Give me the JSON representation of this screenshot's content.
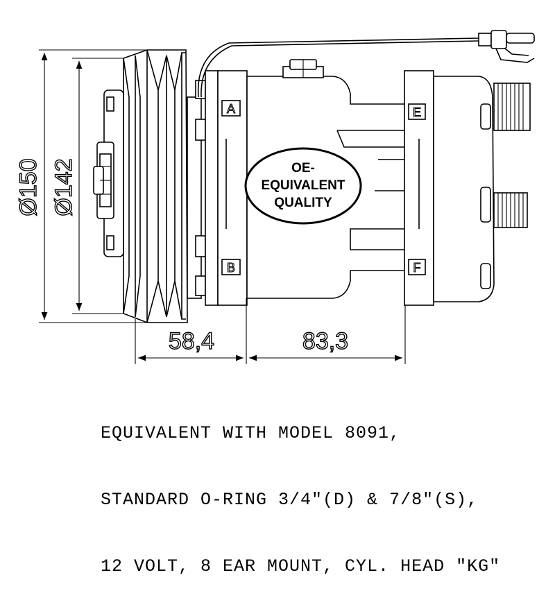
{
  "dimensions": {
    "outer_diameter": "Ø150",
    "pulley_diameter": "Ø142",
    "clutch_length": "58,4",
    "body_length": "83,3"
  },
  "badge": {
    "line1": "OE-",
    "line2": "EQUIVALENT",
    "line3": "QUALITY"
  },
  "ports": {
    "a": "A",
    "b": "B",
    "e": "E",
    "f": "F"
  },
  "caption": {
    "line1": "EQUIVALENT WITH MODEL 8091,",
    "line2": "STANDARD O-RING 3/4\"(D) & 7/8\"(S),",
    "line3": "12 VOLT, 8 EAR MOUNT, CYL. HEAD \"KG\""
  }
}
